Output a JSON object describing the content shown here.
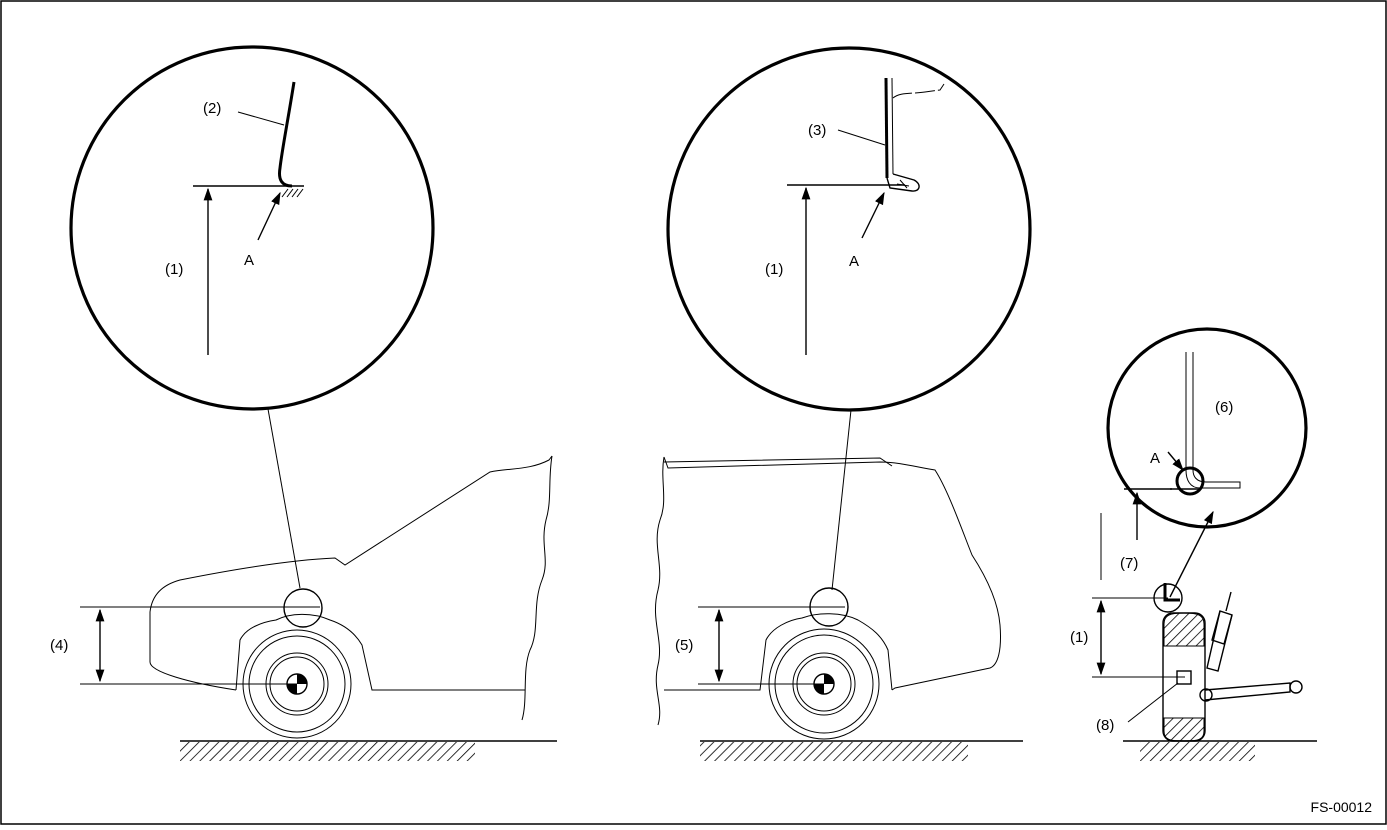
{
  "labels": {
    "dim_1": "(1)",
    "fender_2": "(2)",
    "garnish_3": "(3)",
    "front_4": "(4)",
    "rear_5": "(5)",
    "detail_6": "(6)",
    "dim_7": "(7)",
    "point_8": "(8)",
    "point_a": "A"
  },
  "figure_id": "FS-00012"
}
